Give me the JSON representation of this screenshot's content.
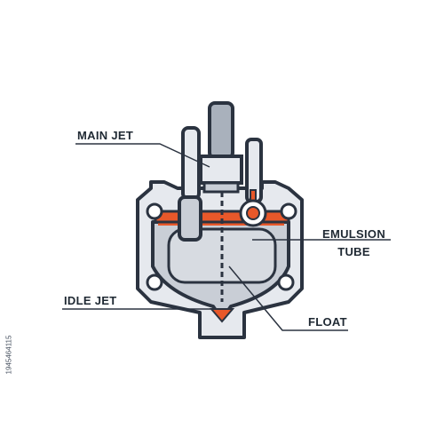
{
  "labels": {
    "main_jet": "MAIN JET",
    "emulsion_tube": "EMULSION TUBE",
    "emulsion_line1": "EMULSION",
    "emulsion_line2": "TUBE",
    "idle_jet": "IDLE JET",
    "float": "FLOAT"
  },
  "stock_id": "1945464115",
  "colors": {
    "outline": "#2b3340",
    "body_light": "#e6e9ee",
    "body_mid": "#c9ced6",
    "body_dark": "#8e97a3",
    "fuel_orange": "#e8582a",
    "background": "#ffffff"
  }
}
